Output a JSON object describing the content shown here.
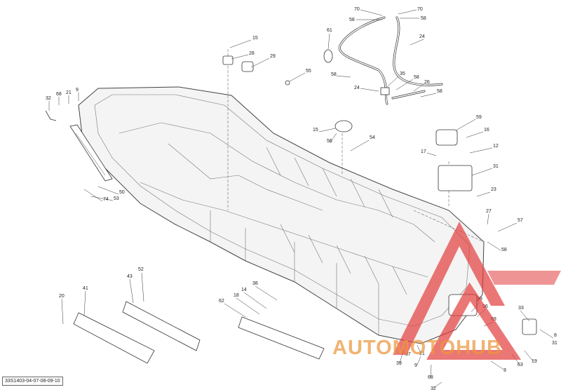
{
  "diagram_code": "33S1403-04-07-08-09-10",
  "watermark_text": "AUTOMOTOHUB",
  "colors": {
    "watermark_red": "#e23c3c",
    "watermark_orange": "#ec963c",
    "line": "#333333"
  },
  "callouts": [
    "70",
    "70",
    "58",
    "58",
    "61",
    "24",
    "15",
    "28",
    "29",
    "55",
    "58",
    "35",
    "58",
    "24",
    "26",
    "58",
    "32",
    "68",
    "21",
    "9",
    "59",
    "16",
    "15",
    "56",
    "54",
    "12",
    "17",
    "31",
    "23",
    "50",
    "74",
    "53",
    "27",
    "57",
    "58",
    "52",
    "43",
    "41",
    "20",
    "38",
    "14",
    "18",
    "62",
    "39",
    "33",
    "36",
    "69",
    "8",
    "37",
    "21",
    "39",
    "9",
    "68",
    "3",
    "19",
    "63",
    "31",
    "32"
  ]
}
